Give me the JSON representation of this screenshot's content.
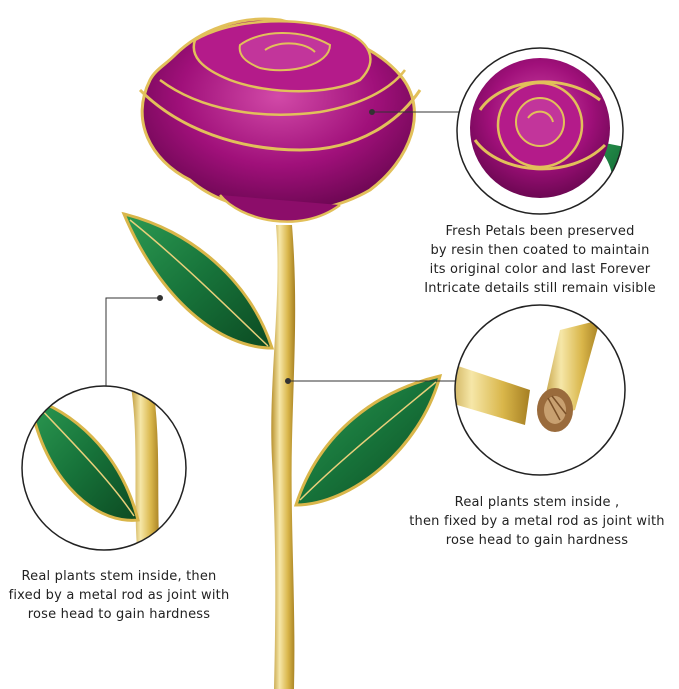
{
  "captions": {
    "petals": [
      "Fresh Petals been preserved",
      "by resin then coated to maintain",
      "its original color and last Forever",
      "Intricate details still remain visible"
    ],
    "stem_right": [
      "Real plants stem inside ,",
      "then fixed by a metal rod as joint with",
      "rose head to gain hardness"
    ],
    "stem_left": [
      "Real plants stem inside, then",
      "fixed by a metal rod as joint with",
      "rose head to gain hardness"
    ]
  },
  "colors": {
    "petal": "#a0107a",
    "petal_light": "#d24aa8",
    "gold": "#d9b64a",
    "gold_light": "#f3e2a0",
    "leaf": "#17733a",
    "leaf_dark": "#0c4a22",
    "callout_line": "#333333"
  }
}
